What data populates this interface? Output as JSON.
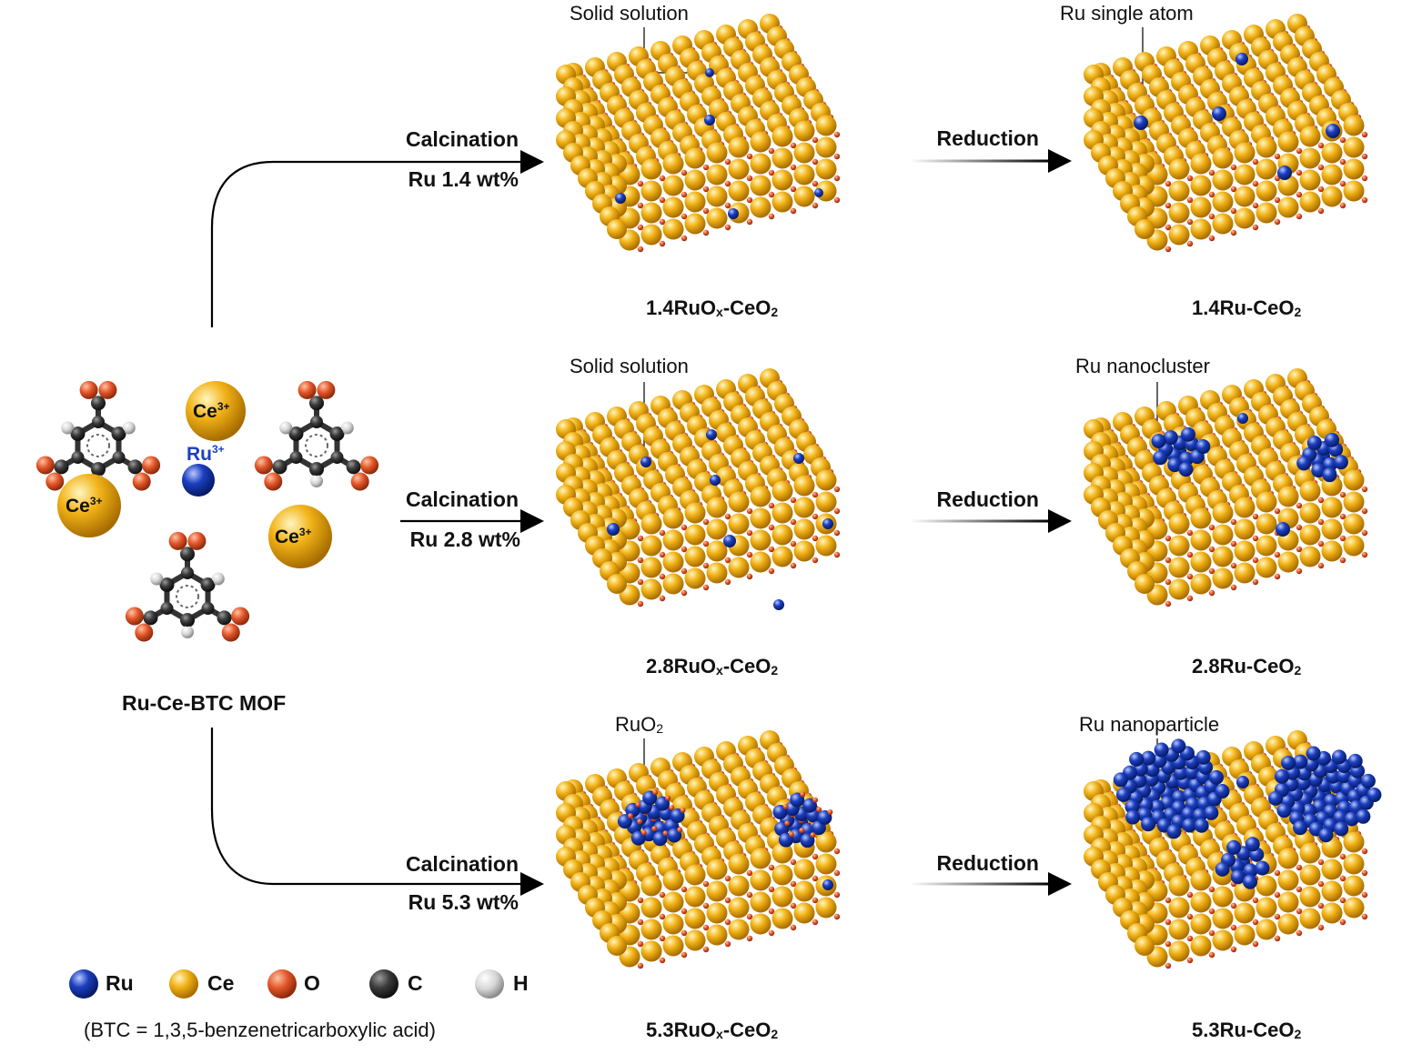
{
  "colors": {
    "ru": "#1c3fbf",
    "ce": "#f2b318",
    "o": "#e3562a",
    "c": "#3a3a3a",
    "h": "#d6d6d6"
  },
  "mof": {
    "label": "Ru-Ce-BTC MOF",
    "ions": {
      "ce_a": "Ce",
      "ce_b": "Ce",
      "ce_c": "Ce",
      "ce_charge": "3+",
      "ru": "Ru",
      "ru_charge": "3+"
    }
  },
  "rows": [
    {
      "calcination": "Calcination",
      "loading": "Ru 1.4 wt%",
      "oxide_callout": "Solid solution",
      "oxide_caption": {
        "main": "1.4RuO",
        "x": "x",
        "rest": "-CeO",
        "sub": "2"
      },
      "reduction": "Reduction",
      "reduced_callout": "Ru single atom",
      "reduced_caption": {
        "main": "1.4Ru-CeO",
        "sub": "2"
      }
    },
    {
      "calcination": "Calcination",
      "loading": "Ru 2.8 wt%",
      "oxide_callout": "Solid solution",
      "oxide_caption": {
        "main": "2.8RuO",
        "x": "x",
        "rest": "-CeO",
        "sub": "2"
      },
      "reduction": "Reduction",
      "reduced_callout": "Ru nanocluster",
      "reduced_caption": {
        "main": "2.8Ru-CeO",
        "sub": "2"
      }
    },
    {
      "calcination": "Calcination",
      "loading": "Ru 5.3 wt%",
      "oxide_callout": {
        "main": "RuO",
        "sub": "2"
      },
      "oxide_caption": {
        "main": "5.3RuO",
        "x": "x",
        "rest": "-CeO",
        "sub": "2"
      },
      "reduction": "Reduction",
      "reduced_callout": "Ru nanoparticle",
      "reduced_caption": {
        "main": "5.3Ru-CeO",
        "sub": "2"
      }
    }
  ],
  "legend": {
    "items": [
      {
        "label": "Ru",
        "icon": "ru-sphere-icon"
      },
      {
        "label": "Ce",
        "icon": "ce-sphere-icon"
      },
      {
        "label": "O",
        "icon": "o-sphere-icon"
      },
      {
        "label": "C",
        "icon": "c-sphere-icon"
      },
      {
        "label": "H",
        "icon": "h-sphere-icon"
      }
    ],
    "footnote": "(BTC = 1,3,5-benzenetricarboxylic acid)"
  }
}
